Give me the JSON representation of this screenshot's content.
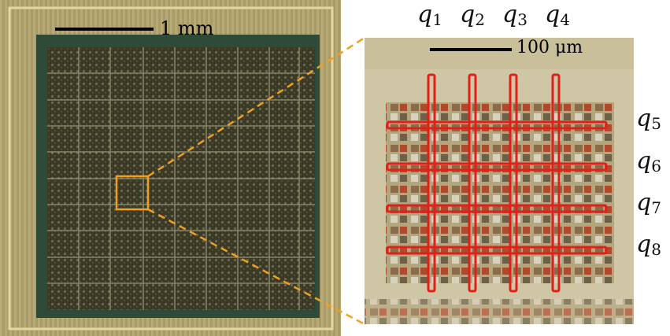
{
  "scale_bars": {
    "left": "1 mm",
    "right": "100 μm"
  },
  "qubits": {
    "columns": [
      {
        "symbol": "q",
        "index": "1"
      },
      {
        "symbol": "q",
        "index": "2"
      },
      {
        "symbol": "q",
        "index": "3"
      },
      {
        "symbol": "q",
        "index": "4"
      }
    ],
    "rows": [
      {
        "symbol": "q",
        "index": "5"
      },
      {
        "symbol": "q",
        "index": "6"
      },
      {
        "symbol": "q",
        "index": "7"
      },
      {
        "symbol": "q",
        "index": "8"
      }
    ]
  },
  "colors": {
    "highlight": "#f0a020",
    "qubit_line": "#e0201a",
    "chip_dark": "#3a3f2a",
    "chip_frame": "#c8b070",
    "zoom_bg": "#b9ad86"
  }
}
